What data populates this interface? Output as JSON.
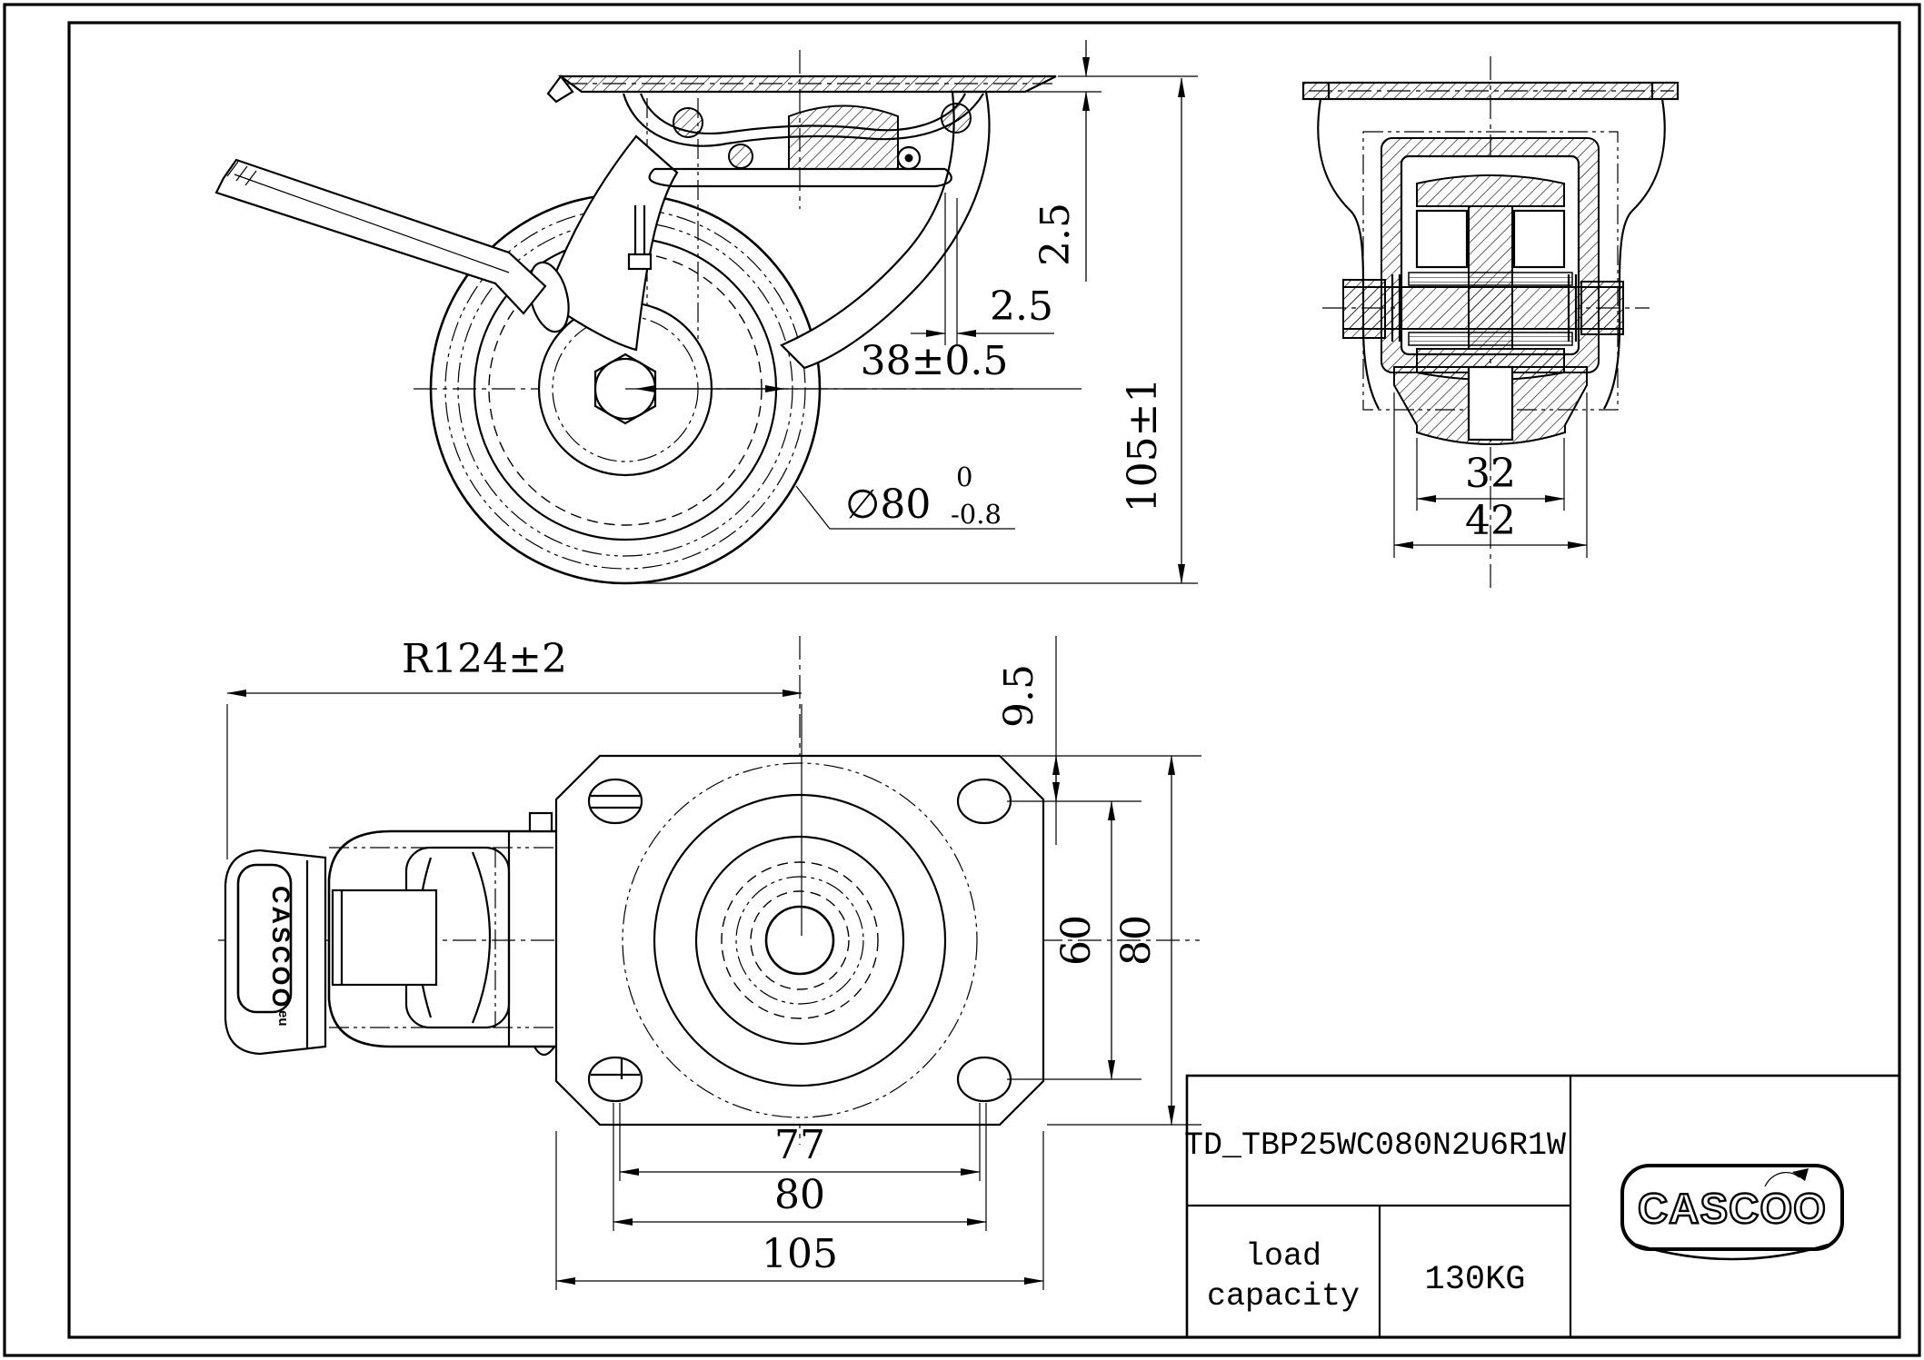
{
  "colors": {
    "ink": "#000000",
    "paper": "#ffffff"
  },
  "side_view": {
    "dim_plate_thickness": "2.5",
    "dim_top_plate_offset": "2.5",
    "dim_axle_offset": "38±0.5",
    "dim_overall_height": "105±1",
    "dim_wheel_diameter": "∅80",
    "dim_wheel_diameter_tol_upper": "0",
    "dim_wheel_diameter_tol_lower": "-0.8"
  },
  "front_view": {
    "dim_hub_width": "32",
    "dim_overall_width": "42"
  },
  "top_view": {
    "dim_swivel_radius": "R124±2",
    "dim_hole_top_offset": "9.5",
    "dim_hole_spacing_depth": "60",
    "dim_plate_depth": "80",
    "dim_hole_spacing_width": "77",
    "dim_bolt_spacing_width": "80",
    "dim_plate_width": "105",
    "pedal_logo": "CASCOO",
    "pedal_logo_suffix": "eu"
  },
  "title_block": {
    "model_code": "TD_TBP25WC080N2U6R1W",
    "load_capacity_label_line1": "load",
    "load_capacity_label_line2": "capacity",
    "load_capacity_value": "130KG",
    "brand_logo": "CASCOO"
  }
}
